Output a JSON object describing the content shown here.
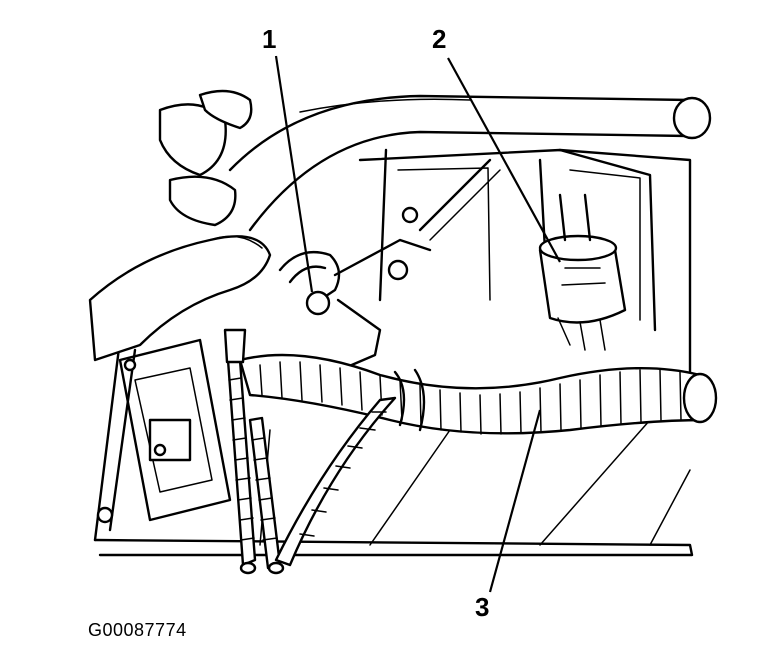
{
  "callouts": {
    "one": "1",
    "two": "2",
    "three": "3"
  },
  "figure_code": "G00087774"
}
